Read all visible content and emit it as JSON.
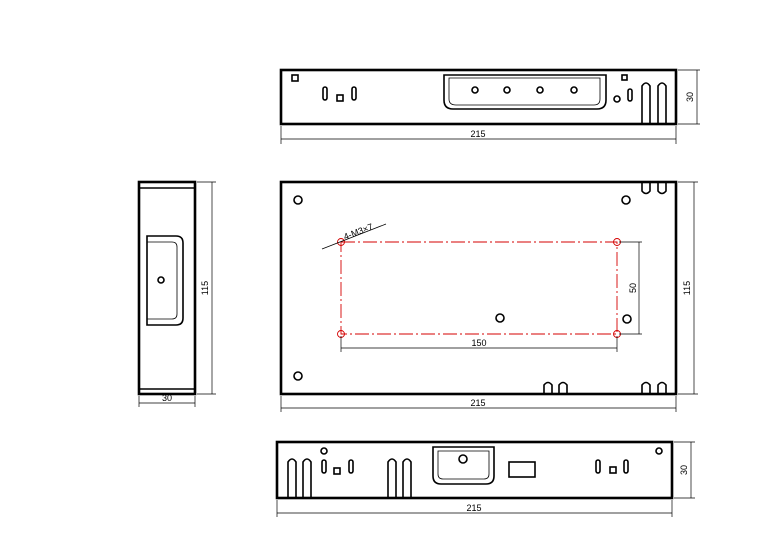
{
  "drawing": {
    "top_view": {
      "length_label": "215",
      "height_label": "30"
    },
    "front_view": {
      "length_label": "215",
      "height_label": "115",
      "hole_spacing_x_label": "150",
      "hole_spacing_y_label": "50",
      "hole_callout": "4-M3×7"
    },
    "side_view": {
      "width_label": "30",
      "height_label": "115"
    },
    "bottom_view": {
      "length_label": "215",
      "height_label": "30"
    }
  }
}
